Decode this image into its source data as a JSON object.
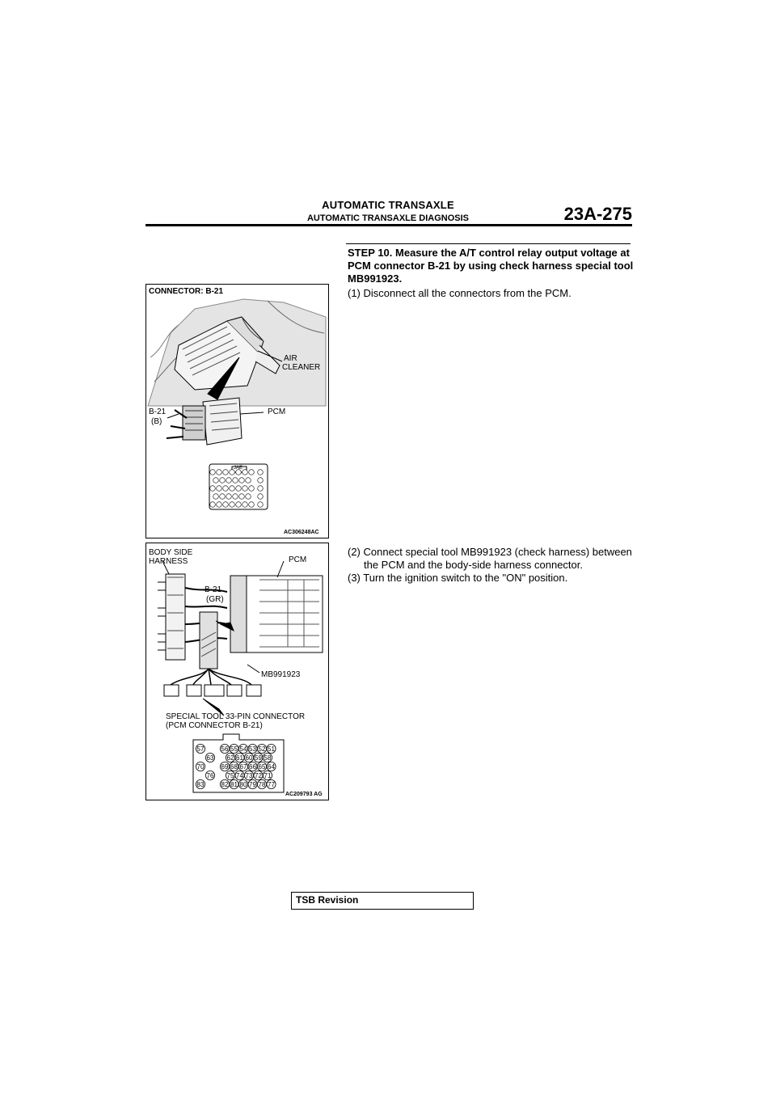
{
  "header": {
    "title": "AUTOMATIC TRANSAXLE",
    "subtitle": "AUTOMATIC TRANSAXLE DIAGNOSIS",
    "page_number": "23A-275"
  },
  "step": {
    "heading": "STEP 10. Measure the A/T control relay output voltage at PCM connector B-21 by using check harness special tool MB991923.",
    "items": [
      "(1) Disconnect all the connectors from the PCM.",
      "(2) Connect special tool MB991923 (check harness) between",
      "the PCM and the body-side harness connector.",
      "(3) Turn the ignition switch to the \"ON\" position."
    ]
  },
  "figure1": {
    "title": "CONNECTOR: B-21",
    "label_air": "AIR",
    "label_cleaner": "CLEANER",
    "label_b21": "B-21",
    "label_b": "(B)",
    "label_pcm": "PCM",
    "label_jae": "JAE",
    "image_id": "AC306248AC"
  },
  "figure2": {
    "label_body1": "BODY SIDE",
    "label_body2": "HARNESS",
    "label_pcm": "PCM",
    "label_b21": "B-21",
    "label_gr": "(GR)",
    "label_tool": "MB991923",
    "label_special1": "SPECIAL TOOL 33-PIN CONNECTOR",
    "label_special2": "(PCM CONNECTOR B-21)",
    "image_id": "AC209793 AG",
    "pins_row1": [
      "56",
      "55",
      "54",
      "53",
      "52",
      "51"
    ],
    "pins_row2": [
      "62",
      "61",
      "60",
      "59",
      "58"
    ],
    "pins_row3": [
      "69",
      "68",
      "67",
      "66",
      "65",
      "64"
    ],
    "pins_row4": [
      "75",
      "74",
      "73",
      "72",
      "71"
    ],
    "pins_row5": [
      "82",
      "81",
      "80",
      "79",
      "78",
      "77"
    ],
    "pins_left": [
      "57",
      "63",
      "70",
      "76",
      "83"
    ]
  },
  "footer": {
    "label": "TSB Revision"
  }
}
